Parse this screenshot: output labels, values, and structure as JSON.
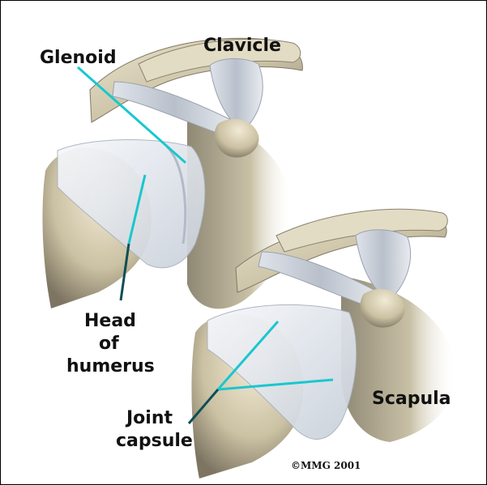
{
  "labels": {
    "clavicle": "Clavicle",
    "glenoid": "Glenoid",
    "head_line1": "Head",
    "head_line2": "of",
    "head_line3": "humerus",
    "joint_line1": "Joint",
    "joint_line2": "capsule",
    "scapula": "Scapula"
  },
  "credit": "©MMG 2001",
  "colors": {
    "leader_line": "#19c7cf",
    "bone": "#d8cfb4",
    "bone_shadow": "#8a8270",
    "capsule": "#e9edf3",
    "ligament": "#cfd5de",
    "background": "#ffffff"
  }
}
